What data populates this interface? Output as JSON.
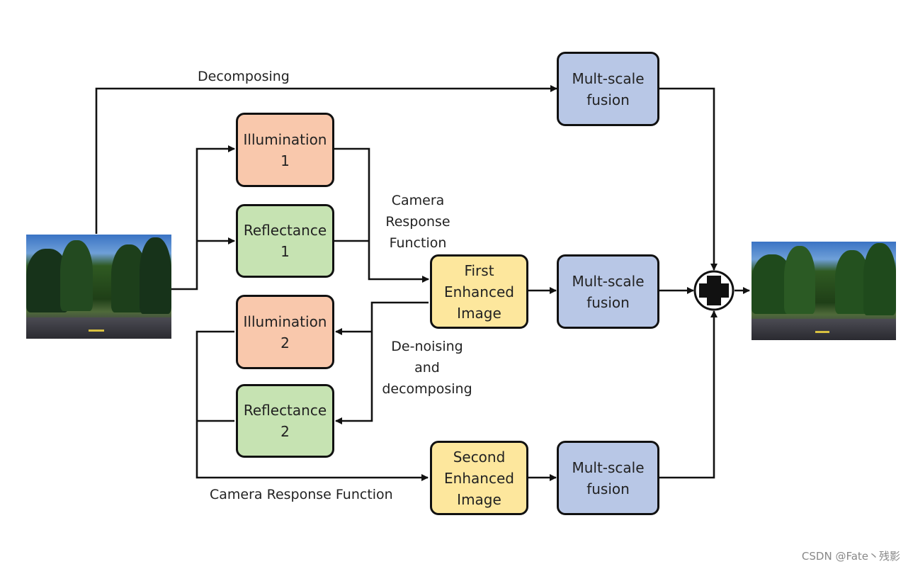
{
  "colors": {
    "illumination": "#f9c8ac",
    "reflectance": "#c6e3b2",
    "enhanced": "#fde79d",
    "fusion": "#b8c7e6",
    "line": "#111111"
  },
  "nodes": {
    "illum1": {
      "lines": [
        "Illumination",
        "1"
      ]
    },
    "refl1": {
      "lines": [
        "Reflectance",
        "1"
      ]
    },
    "illum2": {
      "lines": [
        "Illumination",
        "2"
      ]
    },
    "refl2": {
      "lines": [
        "Reflectance",
        "2"
      ]
    },
    "first_enhanced": {
      "lines": [
        "First",
        "Enhanced",
        "Image"
      ]
    },
    "second_enhanced": {
      "lines": [
        "Second",
        "Enhanced",
        "Image"
      ]
    },
    "fusion_top": {
      "lines": [
        "Mult-scale",
        "fusion"
      ]
    },
    "fusion_mid": {
      "lines": [
        "Mult-scale",
        "fusion"
      ]
    },
    "fusion_bottom": {
      "lines": [
        "Mult-scale",
        "fusion"
      ]
    }
  },
  "labels": {
    "decomposing": "Decomposing",
    "crf_top": [
      "Camera",
      "Response",
      "Function"
    ],
    "denoise": [
      "De-noising",
      "and",
      "decomposing"
    ],
    "crf_bottom": "Camera Response Function"
  },
  "input_image_icon": "road-photo-icon",
  "output_image_icon": "road-photo-icon",
  "combine_icon": "plus-circle-icon",
  "watermark": "CSDN @Fate丶残影"
}
